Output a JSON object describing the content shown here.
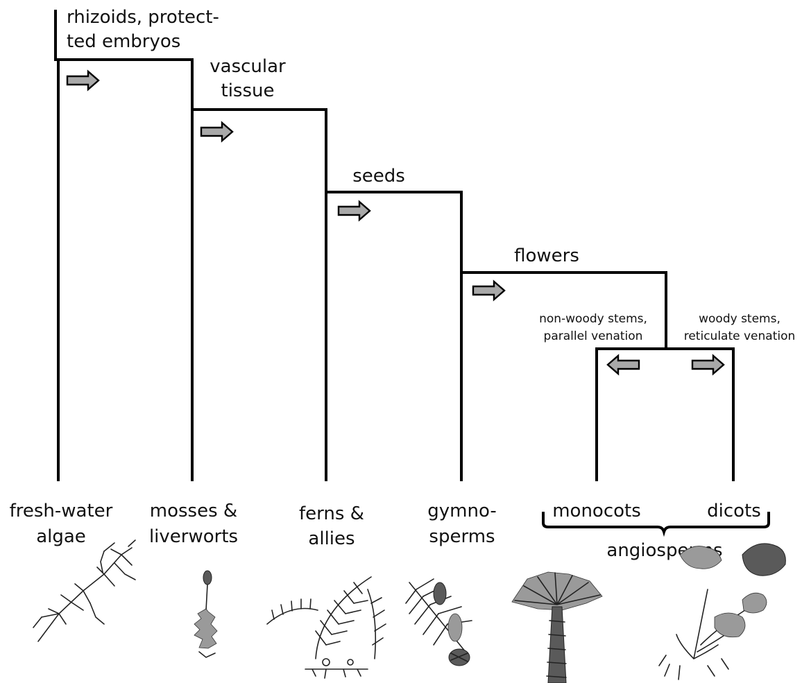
{
  "innovations": {
    "rhizoids_line1": "rhizoids, protect-",
    "rhizoids_line2": "ted embryos",
    "vascular_line1": "vascular",
    "vascular_line2": "tissue",
    "seeds": "seeds",
    "flowers": "flowers",
    "monocot_trait_line1": "non-woody stems,",
    "monocot_trait_line2": "parallel venation",
    "dicot_trait_line1": "woody stems,",
    "dicot_trait_line2": "reticulate venation"
  },
  "taxa": [
    {
      "line1": "fresh-water",
      "line2": "algae",
      "icon": "algae-illustration"
    },
    {
      "line1": "mosses &",
      "line2": "liverworts",
      "icon": "moss-illustration"
    },
    {
      "line1": "ferns &",
      "line2": "allies",
      "icon": "fern-illustration"
    },
    {
      "line1": "gymno-",
      "line2": "sperms",
      "icon": "pine-illustration"
    },
    {
      "line1": "monocots",
      "line2": "",
      "icon": "palm-illustration"
    },
    {
      "line1": "dicots",
      "line2": "",
      "icon": "poppy-illustration"
    }
  ],
  "group_label": "angiosperms",
  "colors": {
    "line": "#000000",
    "arrow_fill": "#a9a9a9",
    "text": "#111111"
  }
}
